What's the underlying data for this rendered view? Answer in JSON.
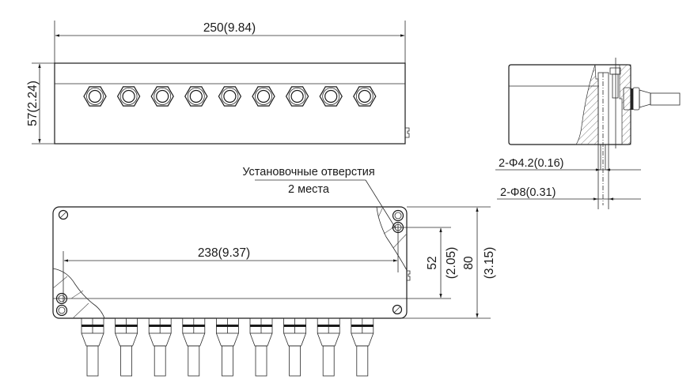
{
  "drawing": {
    "title": "Junction box dimension drawing",
    "front_view": {
      "width_label": "250(9.84)",
      "height_label": "57(2.24)",
      "gland_count": 9
    },
    "top_view": {
      "mount_spacing_label": "238(9.37)",
      "inner_height_label_mm": "52",
      "inner_height_label_in": "(2.05)",
      "outer_height_label_mm": "80",
      "outer_height_label_in": "(3.15)",
      "mounting_note_line1": "Установочные отверстия",
      "mounting_note_line2": "2 места",
      "cable_count": 9
    },
    "side_view": {
      "hole_small_label": "2-Φ4.2(0.16)",
      "hole_large_label": "2-Φ8(0.31)"
    }
  }
}
